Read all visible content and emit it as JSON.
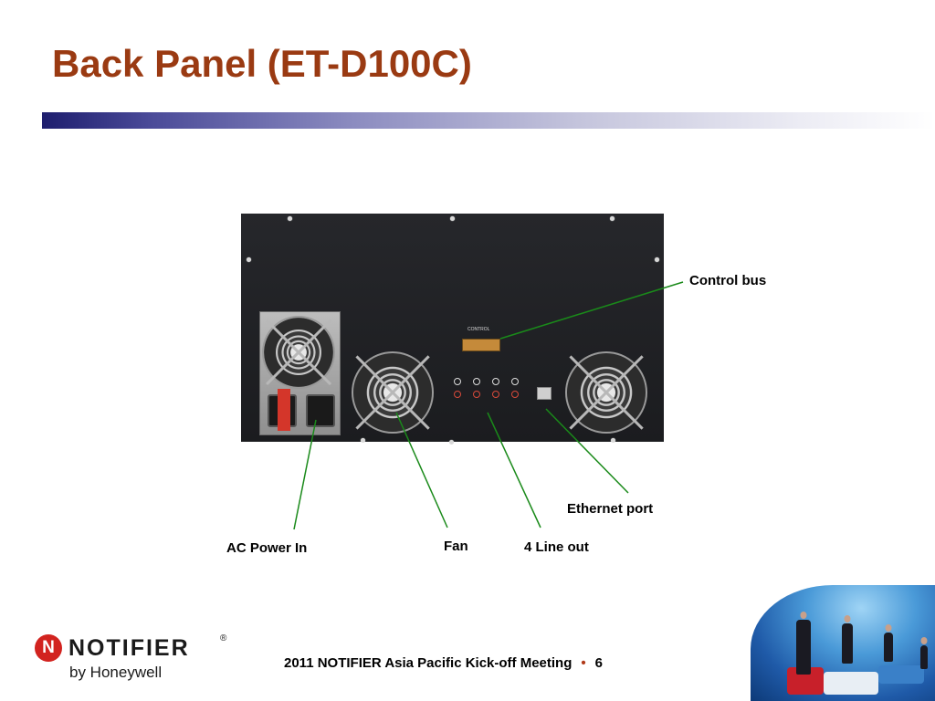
{
  "slide": {
    "title": "Back Panel (ET-D100C)",
    "footer_text": "2011 NOTIFIER Asia Pacific Kick-off Meeting",
    "footer_bullet": "•",
    "page_number": "6"
  },
  "callouts": {
    "control_bus": "Control bus",
    "ethernet_port": "Ethernet port",
    "ac_power_in": "AC Power In",
    "fan": "Fan",
    "line_out": "4 Line out"
  },
  "logo": {
    "mark": "N",
    "brand": "NOTIFIER",
    "registered": "®",
    "tagline": "by Honeywell"
  },
  "panel_labels": {
    "control": "CONTROL"
  },
  "colors": {
    "title": "#9a3a12",
    "callout_line": "#1a8a1a",
    "logo_red": "#d2231f",
    "footer_bullet": "#b03a1a"
  }
}
